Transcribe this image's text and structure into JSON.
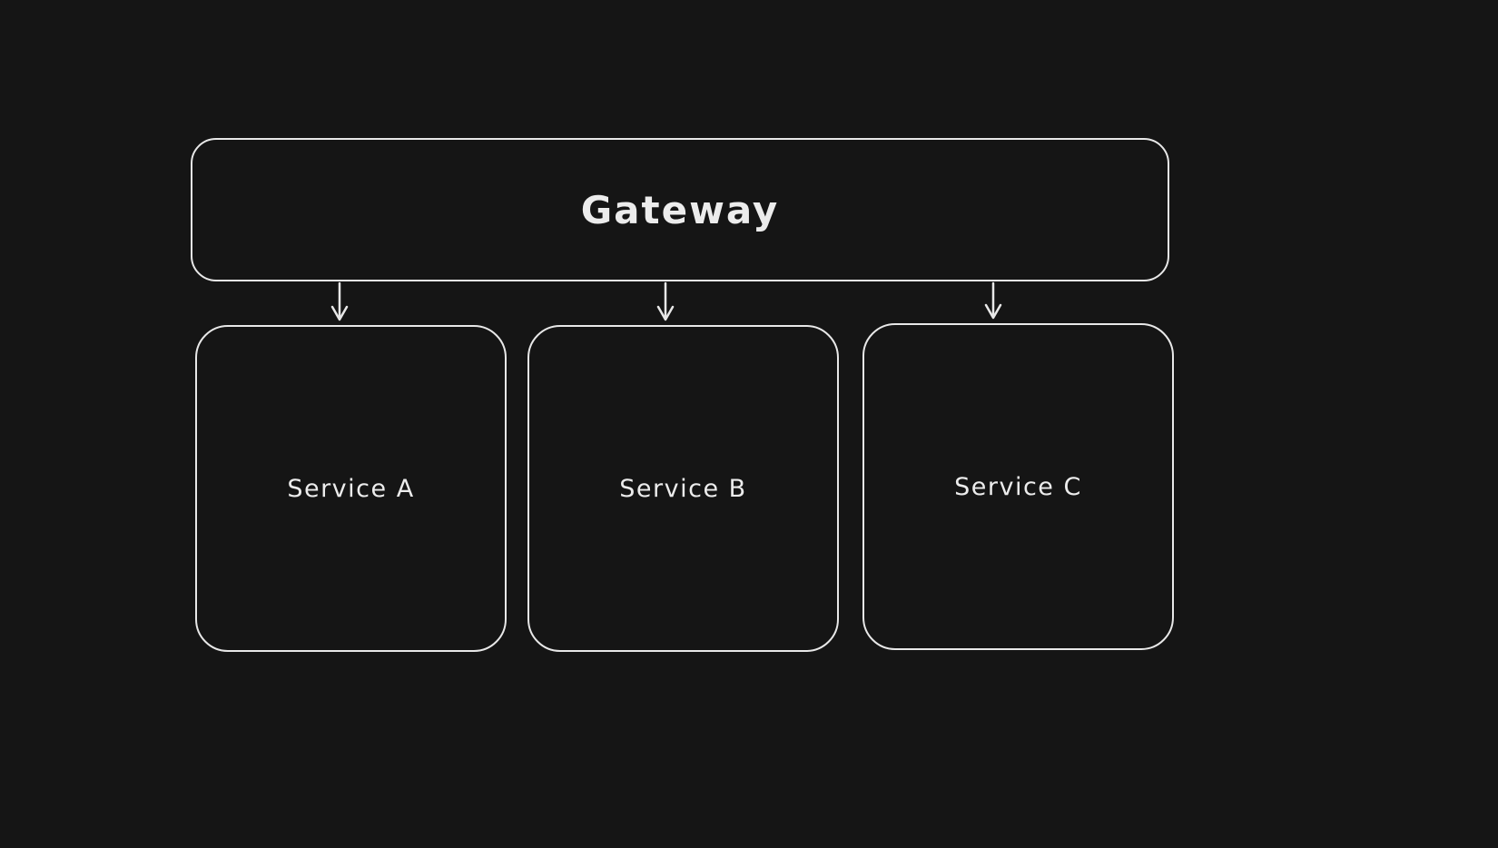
{
  "diagram": {
    "type": "architecture-flow",
    "nodes": {
      "gateway": {
        "label": "Gateway"
      },
      "service_a": {
        "label": "Service A"
      },
      "service_b": {
        "label": "Service B"
      },
      "service_c": {
        "label": "Service C"
      }
    },
    "edges": [
      {
        "from": "gateway",
        "to": "service_a"
      },
      {
        "from": "gateway",
        "to": "service_b"
      },
      {
        "from": "gateway",
        "to": "service_c"
      }
    ],
    "colors": {
      "background": "#151515",
      "stroke": "#e8e8e8",
      "text": "#ececec"
    }
  }
}
